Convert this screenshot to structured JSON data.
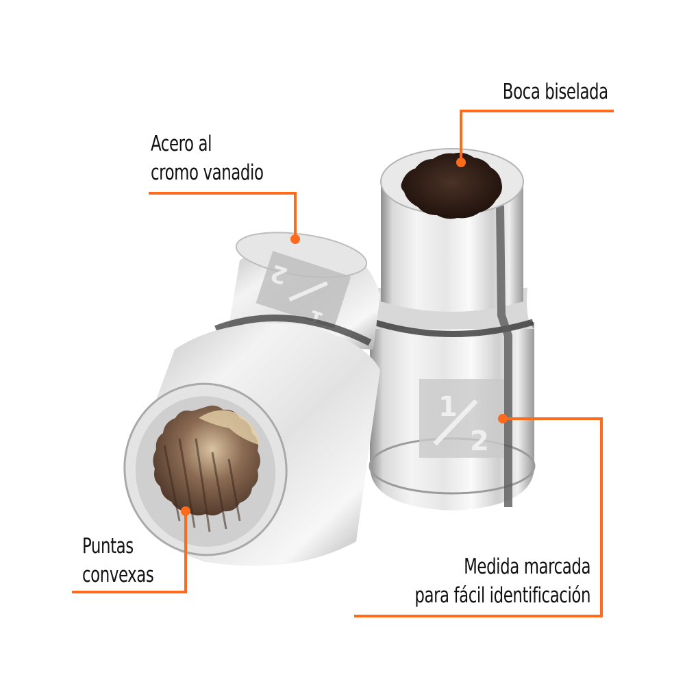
{
  "accent_color": "#FF6B1A",
  "text_color": "#111111",
  "background": "#FFFFFF",
  "product": {
    "type": "12-point chrome sockets",
    "size_marking": {
      "numerator": "1",
      "denominator": "2"
    }
  },
  "callouts": [
    {
      "id": "boca-biselada",
      "lines": [
        "Boca biselada"
      ]
    },
    {
      "id": "acero-cromo-vanadio",
      "lines": [
        "Acero al",
        "cromo vanadio"
      ]
    },
    {
      "id": "puntas-convexas",
      "lines": [
        "Puntas",
        "convexas"
      ]
    },
    {
      "id": "medida-marcada",
      "lines": [
        "Medida marcada",
        "para fácil identificación"
      ]
    }
  ]
}
